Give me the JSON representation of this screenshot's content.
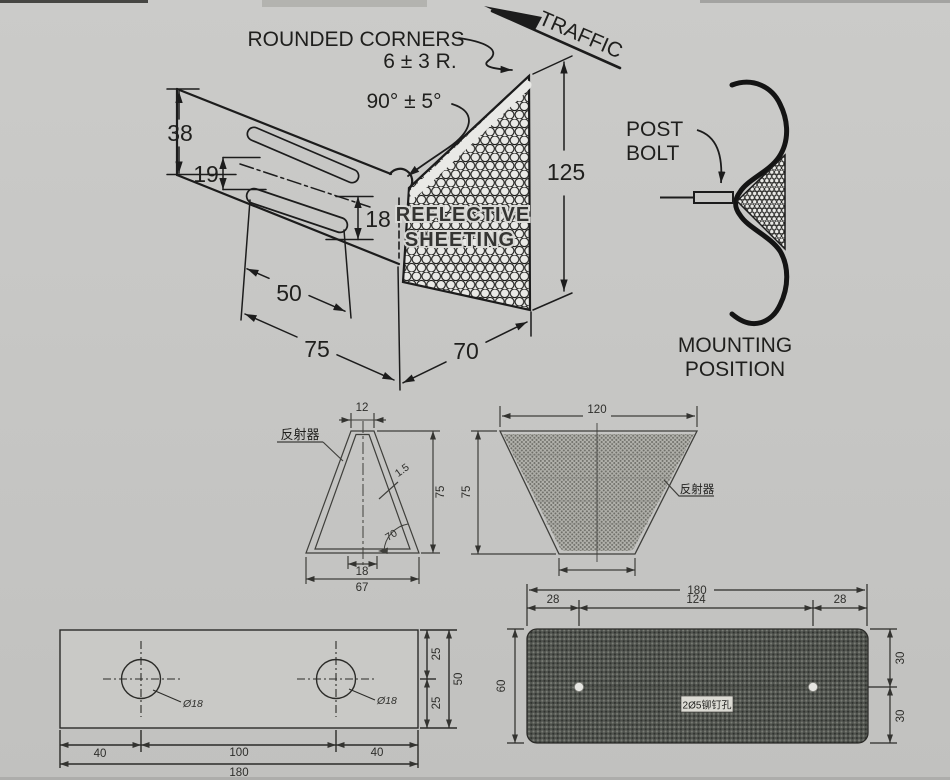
{
  "colors": {
    "paper": "#c7c7c5",
    "ink": "#1c1c1c",
    "panel_fill": "#e9e9e6",
    "pad_fill": "#53564f"
  },
  "iso": {
    "note_rounded_1": "ROUNDED CORNERS",
    "note_rounded_2": "6 ± 3 R.",
    "note_angle": "90° ± 5°",
    "traffic": "TRAFFIC",
    "sheeting_1": "REFLECTIVE",
    "sheeting_2": "SHEETING",
    "dim_arm_width": "38",
    "dim_slot_offset": "19",
    "dim_slot_height": "18",
    "dim_slot_length": "50",
    "dim_arm_length": "75",
    "dim_panel_depth": "70",
    "dim_panel_height": "125"
  },
  "mount": {
    "post_1": "POST",
    "post_2": "BOLT",
    "caption_1": "MOUNTING",
    "caption_2": "POSITION"
  },
  "tri": {
    "label": "反射器",
    "dim_top": "12",
    "dim_height": "75",
    "dim_thickness": "1.5",
    "dim_angle": "70",
    "dim_inner_base": "18",
    "dim_base": "67"
  },
  "trap": {
    "label": "反射器",
    "dim_top": "120",
    "dim_height": "75"
  },
  "plate": {
    "dim_seg_left": "40",
    "dim_seg_mid": "100",
    "dim_seg_right": "40",
    "dim_total": "180",
    "dim_upper": "25",
    "dim_lower": "25",
    "dim_height": "50",
    "hole_1": "Ø18",
    "hole_2": "Ø18"
  },
  "pad": {
    "dim_total": "180",
    "dim_left": "28",
    "dim_mid": "124",
    "dim_right": "28",
    "dim_height": "60",
    "dim_upper": "30",
    "dim_lower": "30",
    "note": "2Ø5铆钉孔"
  }
}
